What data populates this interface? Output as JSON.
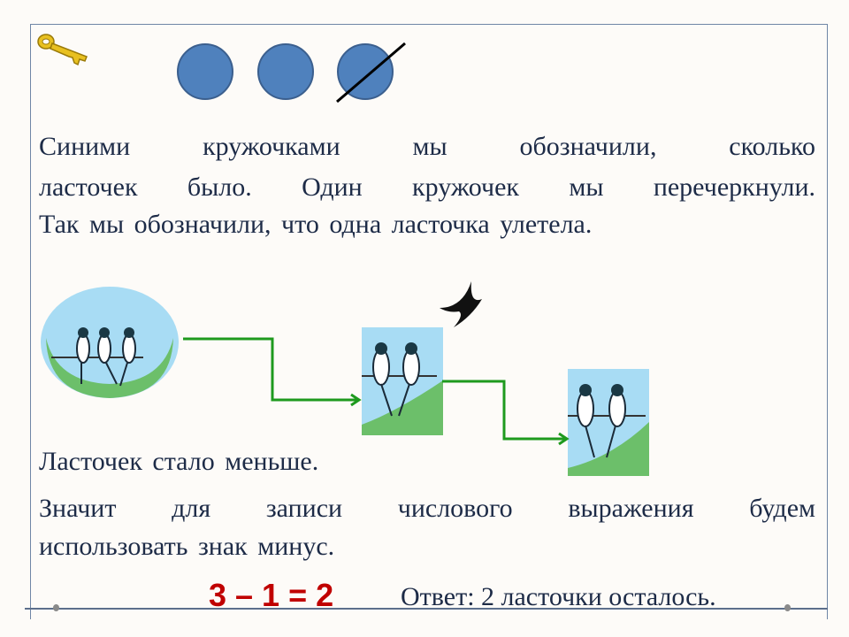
{
  "paragraph1": {
    "line1": "Синими кружочками мы обозначили, сколько",
    "line2": "ласточек было. Один кружочек мы перечеркнули.",
    "line3": "Так мы обозначили, что одна ласточка улетела."
  },
  "line_fewer": "Ласточек стало меньше.",
  "paragraph2": {
    "line1": "Значит для записи числового выражения будем",
    "line2": "использовать знак минус."
  },
  "equation": "3 – 1 = 2",
  "answer": "Ответ: 2 ласточки осталось.",
  "colors": {
    "circle": "#4f81bd",
    "arrow": "#1e9a1e",
    "equation": "#c00000",
    "text": "#1d2b47"
  }
}
